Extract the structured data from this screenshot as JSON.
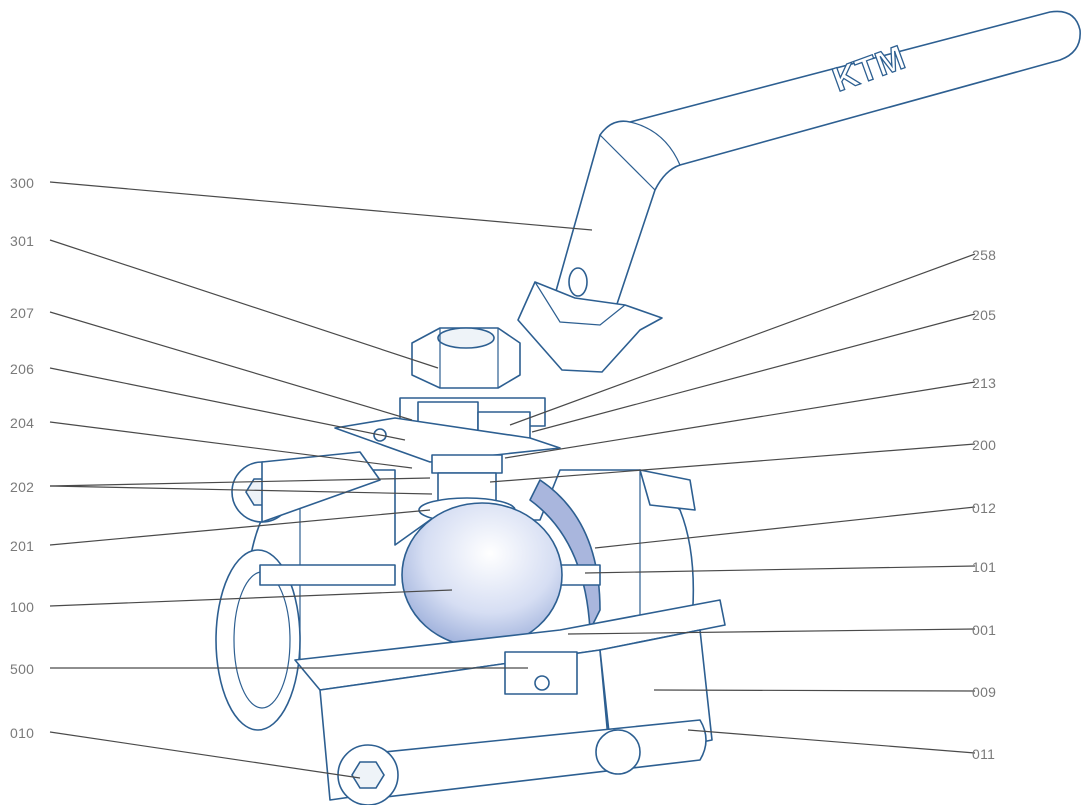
{
  "diagram": {
    "brand_logo": "KTM",
    "colors": {
      "outline": "#2d5f91",
      "ball": "#b9c7ea",
      "label": "#7a7a7a",
      "leader": "#4a4a4a"
    },
    "labels_left": [
      "300",
      "301",
      "207",
      "206",
      "204",
      "202",
      "201",
      "100",
      "500",
      "010"
    ],
    "labels_right": [
      "258",
      "205",
      "213",
      "200",
      "012",
      "101",
      "001",
      "009",
      "011"
    ]
  }
}
